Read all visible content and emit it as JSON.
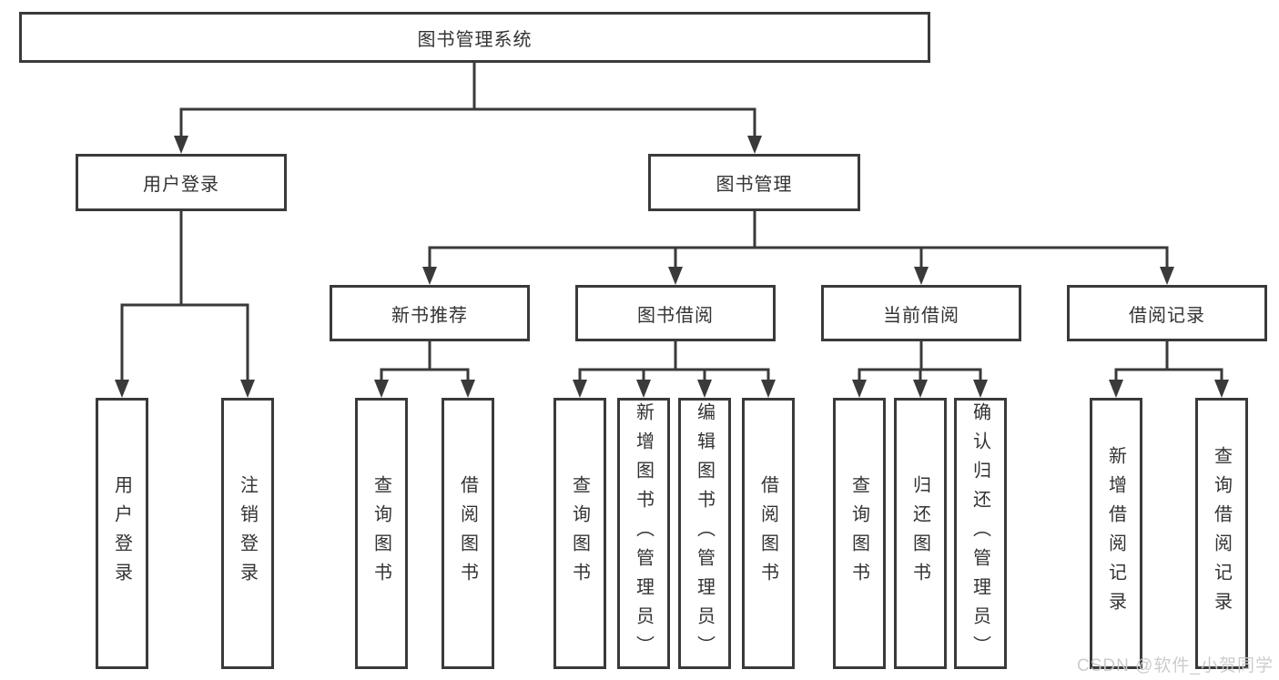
{
  "diagram": {
    "root": {
      "label": "图书管理系统"
    },
    "level2": [
      {
        "label": "用户登录"
      },
      {
        "label": "图书管理"
      }
    ],
    "level3": [
      {
        "label": "新书推荐"
      },
      {
        "label": "图书借阅"
      },
      {
        "label": "当前借阅"
      },
      {
        "label": "借阅记录"
      }
    ],
    "leaves": {
      "user_login": [
        {
          "label": "用户登录"
        },
        {
          "label": "注销登录"
        }
      ],
      "new_books": [
        {
          "label": "查询图书"
        },
        {
          "label": "借阅图书"
        }
      ],
      "book_borrow": [
        {
          "label": "查询图书"
        },
        {
          "label": "新增图书（管理员）"
        },
        {
          "label": "编辑图书（管理员）"
        },
        {
          "label": "借阅图书"
        }
      ],
      "current_borrow": [
        {
          "label": "查询图书"
        },
        {
          "label": "归还图书"
        },
        {
          "label": "确认归还（管理员）"
        }
      ],
      "borrow_records": [
        {
          "label": "新增借阅记录"
        },
        {
          "label": "查询借阅记录"
        }
      ]
    }
  },
  "watermark": {
    "text": "CSDN @软件_小贺同学"
  },
  "colors": {
    "line": "#3a3a3a",
    "text": "#333333",
    "background": "#ffffff",
    "watermark": "#c9c9c9"
  }
}
